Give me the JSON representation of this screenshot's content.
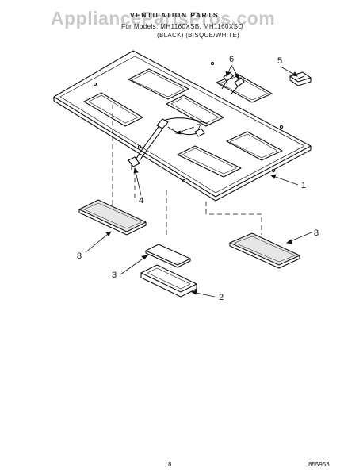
{
  "watermark": "AppliancePartsPros.com",
  "header": {
    "title": "VENTILATION PARTS",
    "models_line": "For Models: MH1160XSB, MH1160XSQ",
    "colors_line": "(BLACK)     (BISQUE/WHITE)"
  },
  "callouts": [
    "1",
    "2",
    "3",
    "4",
    "5",
    "6",
    "7",
    "8",
    "8"
  ],
  "footer": {
    "page": "8",
    "doc": "855953"
  }
}
